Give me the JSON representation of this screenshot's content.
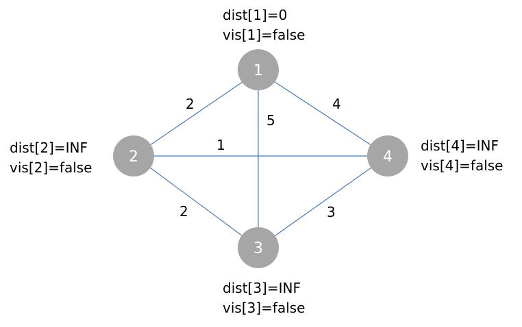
{
  "nodes": [
    {
      "id": "1",
      "label": "1",
      "dist": "dist[1]=0",
      "vis": "vis[1]=false"
    },
    {
      "id": "2",
      "label": "2",
      "dist": "dist[2]=INF",
      "vis": "vis[2]=false"
    },
    {
      "id": "3",
      "label": "3",
      "dist": "dist[3]=INF",
      "vis": "vis[3]=false"
    },
    {
      "id": "4",
      "label": "4",
      "dist": "dist[4]=INF",
      "vis": "vis[4]=false"
    }
  ],
  "edges": [
    {
      "from": "1",
      "to": "2",
      "weight": "2"
    },
    {
      "from": "1",
      "to": "4",
      "weight": "4"
    },
    {
      "from": "1",
      "to": "3",
      "weight": "5"
    },
    {
      "from": "2",
      "to": "4",
      "weight": "1"
    },
    {
      "from": "2",
      "to": "3",
      "weight": "2"
    },
    {
      "from": "3",
      "to": "4",
      "weight": "3"
    }
  ],
  "colors": {
    "node_fill": "#a6a6a6",
    "edge": "#4a78b8",
    "node_text": "#ffffff",
    "label_text": "#000000"
  }
}
